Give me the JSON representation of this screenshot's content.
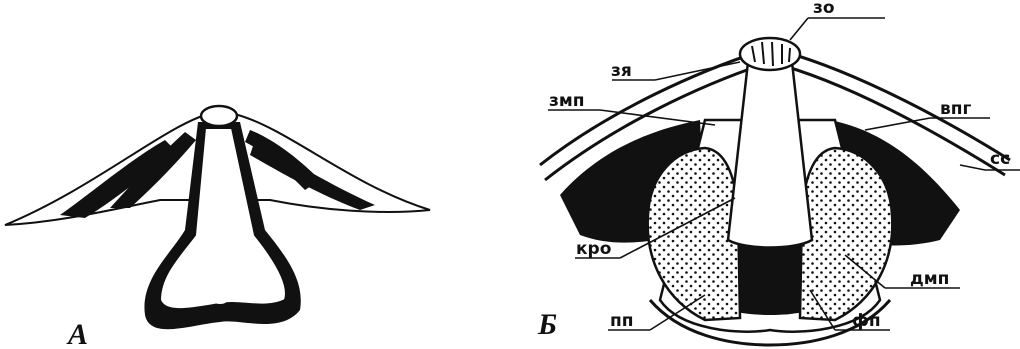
{
  "panels": {
    "a": {
      "letter": "А"
    },
    "b": {
      "letter": "Б",
      "labels": {
        "zo": "зо",
        "zya": "зя",
        "zmp": "змп",
        "vpg": "впг",
        "ss": "сс",
        "kro": "кро",
        "dmp": "дмп",
        "pp": "пп",
        "fp": "фп"
      }
    }
  },
  "colors": {
    "ink": "#111111",
    "paper": "#ffffff"
  }
}
